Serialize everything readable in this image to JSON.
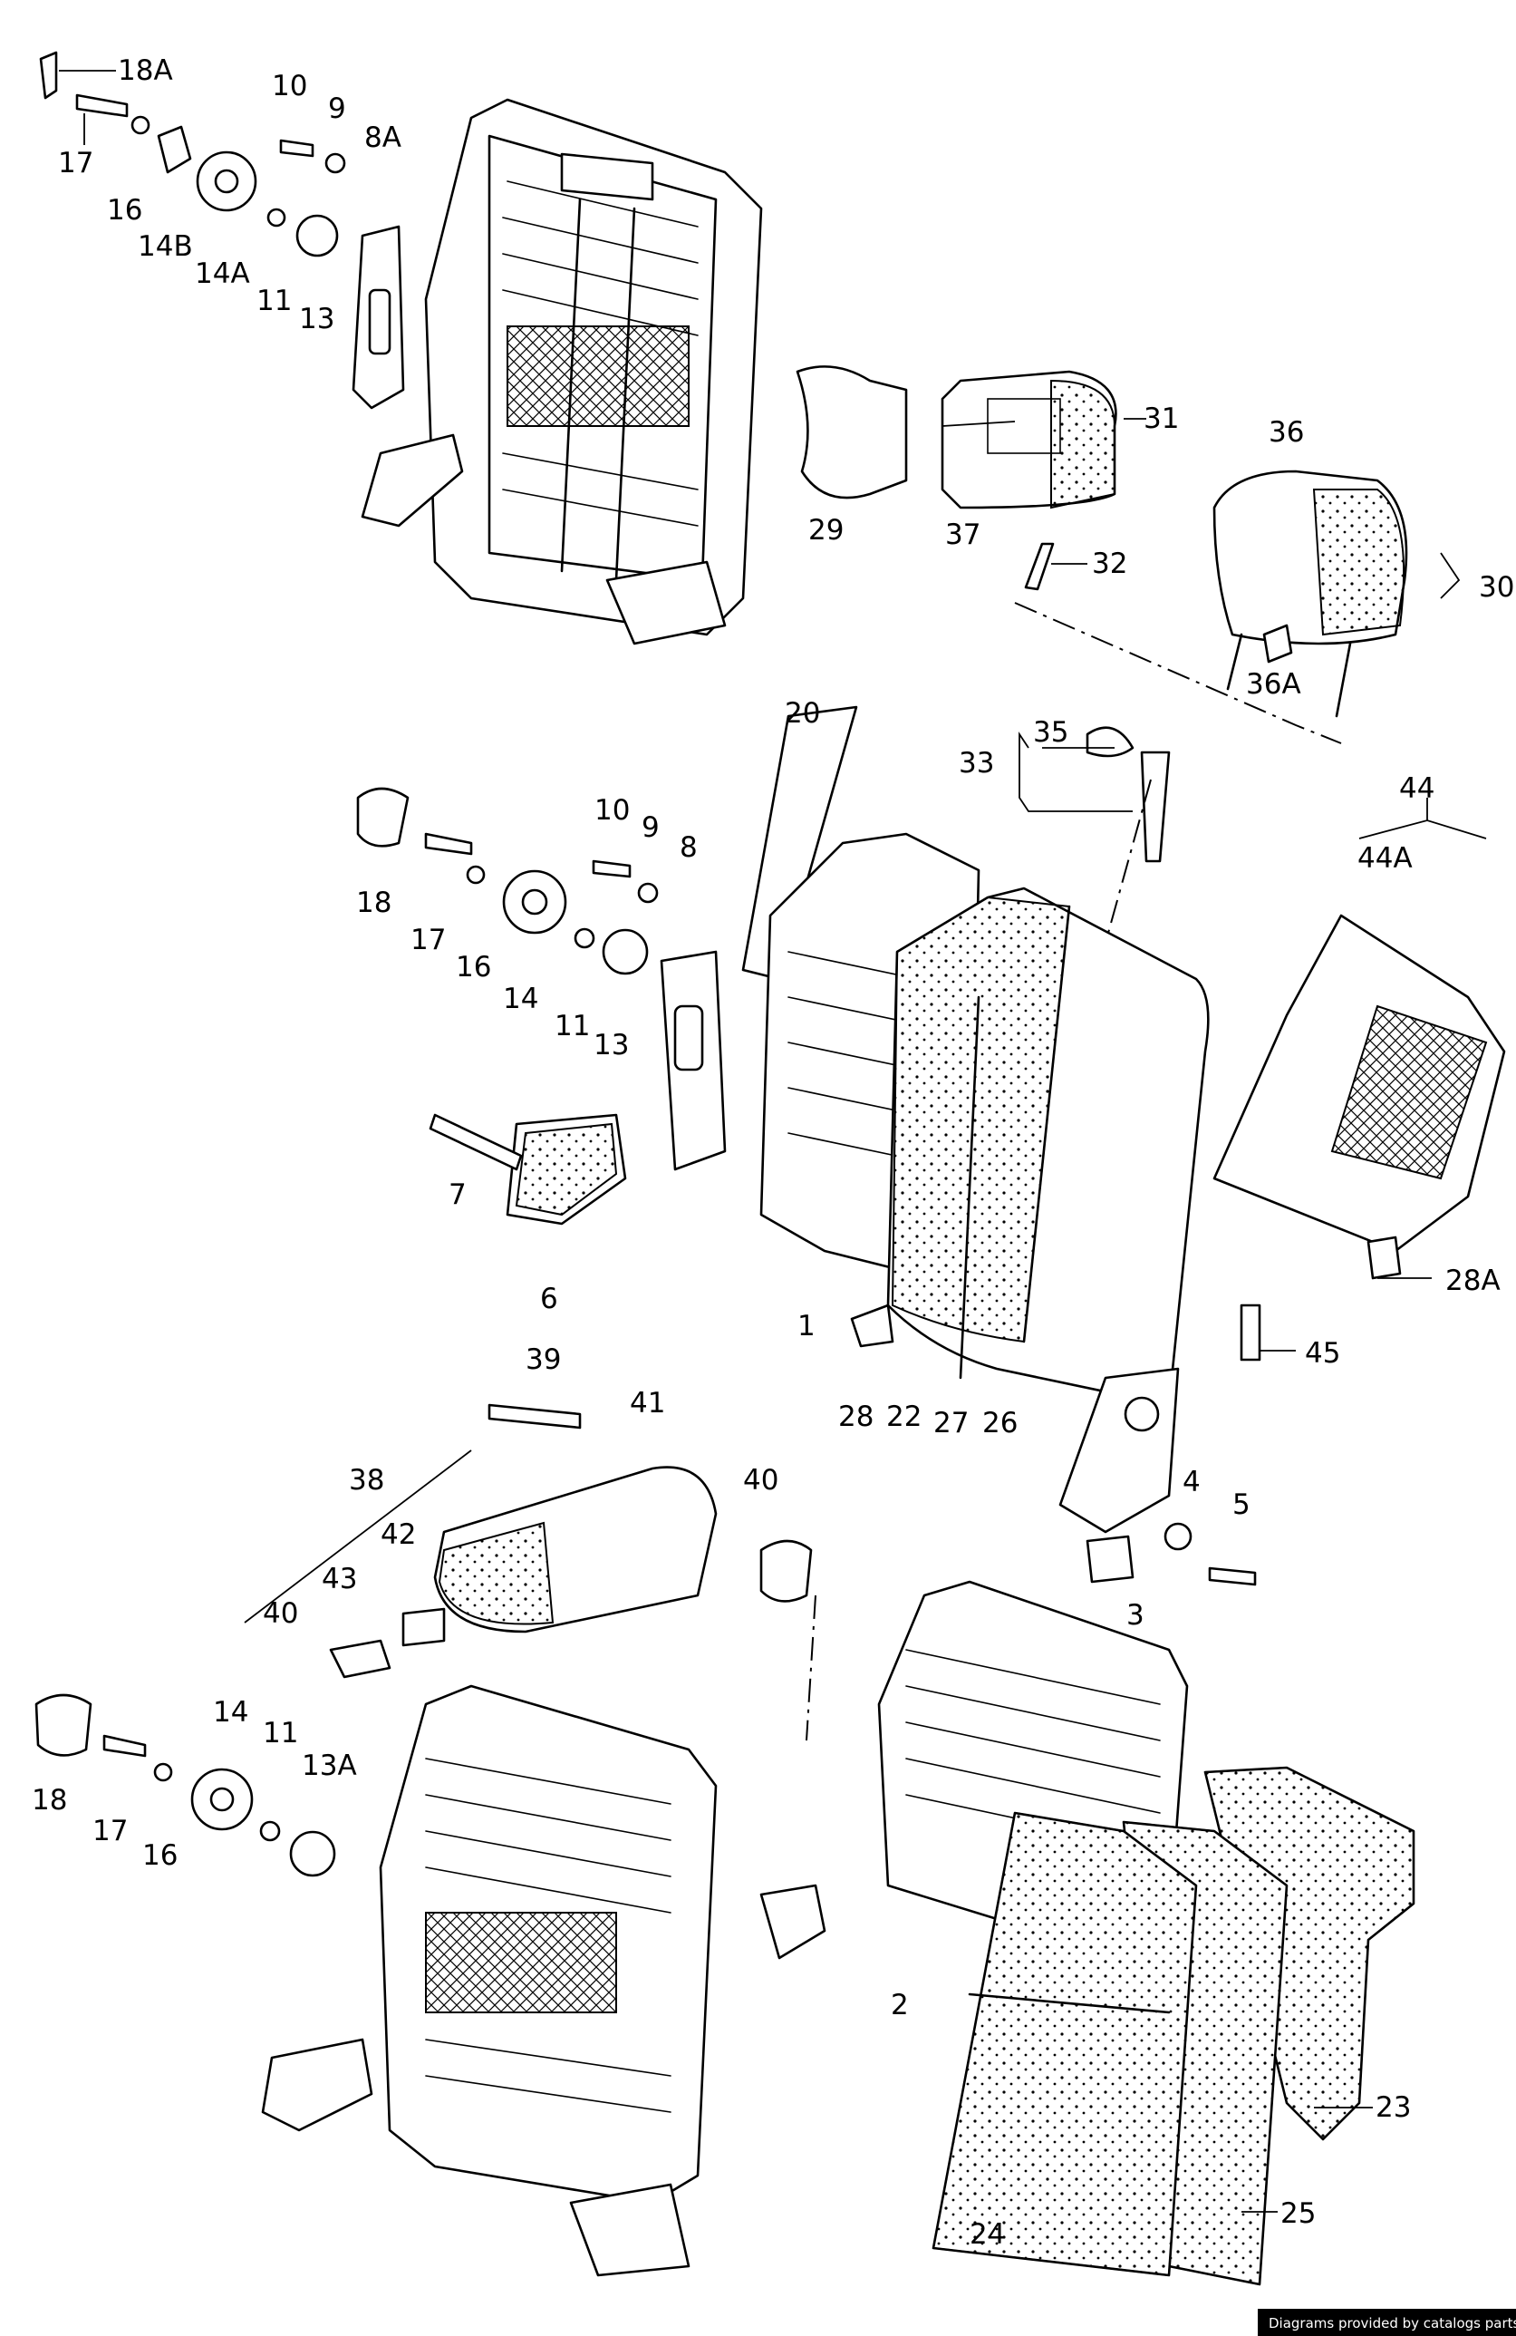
{
  "labels": {
    "l18A_top": "18A",
    "l17_top": "17",
    "l16_top": "16",
    "l14B": "14B",
    "l14A": "14A",
    "l10_top": "10",
    "l9_top": "9",
    "l8A": "8A",
    "l11_top": "11",
    "l13_top": "13",
    "l31": "31",
    "l29": "29",
    "l37": "37",
    "l32": "32",
    "l36": "36",
    "l30": "30",
    "l36A": "36A",
    "l20": "20",
    "l35": "35",
    "l33": "33",
    "l44": "44",
    "l44A": "44A",
    "l18_mid": "18",
    "l17_mid": "17",
    "l16_mid": "16",
    "l14_mid": "14",
    "l10_mid": "10",
    "l9_mid": "9",
    "l8": "8",
    "l11_mid": "11",
    "l13_mid": "13",
    "l7": "7",
    "l6": "6",
    "l1": "1",
    "l28": "28",
    "l22": "22",
    "l27": "27",
    "l26": "26",
    "l28A": "28A",
    "l45": "45",
    "l39": "39",
    "l41": "41",
    "l38": "38",
    "l40_right": "40",
    "l42": "42",
    "l43": "43",
    "l40_left": "40",
    "l4": "4",
    "l5": "5",
    "l3": "3",
    "l18_bot": "18",
    "l17_bot": "17",
    "l16_bot": "16",
    "l14_bot": "14",
    "l11_bot": "11",
    "l13A": "13A",
    "l2": "2",
    "l23": "23",
    "l24": "24",
    "l25": "25"
  },
  "credit": "Diagrams provided by catalogs parts"
}
